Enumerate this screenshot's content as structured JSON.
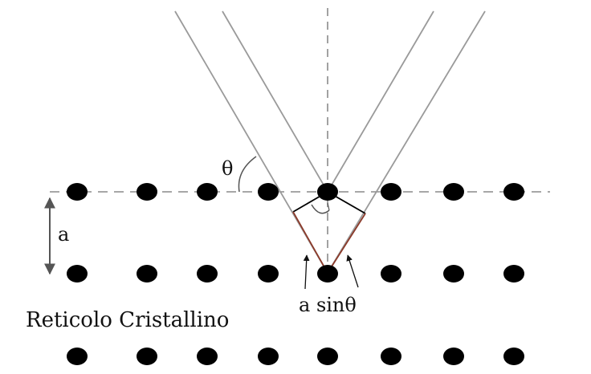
{
  "labels": {
    "theta": "θ",
    "spacing": "a",
    "path_difference": "a sinθ",
    "lattice_name": "Reticolo Cristallino"
  },
  "lattice": {
    "rows": 3,
    "columns": 8
  },
  "colors": {
    "ray": "#9a9a9a",
    "axis": "#8a8a8a",
    "atom": "#000000",
    "path_segment": "#8b3a2a",
    "construction": "#000000",
    "arrow": "#555555"
  }
}
